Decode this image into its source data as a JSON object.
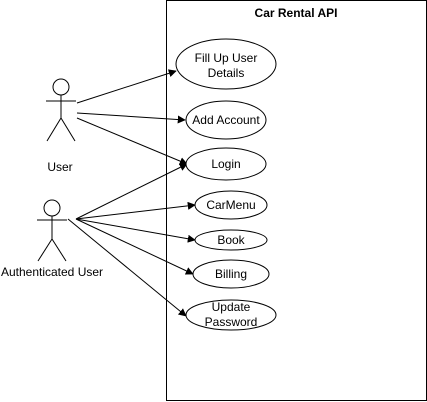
{
  "system": {
    "title": "Car Rental API"
  },
  "actors": [
    {
      "label": "User"
    },
    {
      "label": "Authenticated User"
    }
  ],
  "use_cases": [
    {
      "label_lines": [
        "Fill Up User",
        "Details"
      ]
    },
    {
      "label_lines": [
        "Add Account"
      ]
    },
    {
      "label_lines": [
        "Login"
      ]
    },
    {
      "label_lines": [
        "CarMenu"
      ]
    },
    {
      "label_lines": [
        "Book"
      ]
    },
    {
      "label_lines": [
        "Billing"
      ]
    },
    {
      "label_lines": [
        "Update",
        "Password"
      ]
    }
  ]
}
